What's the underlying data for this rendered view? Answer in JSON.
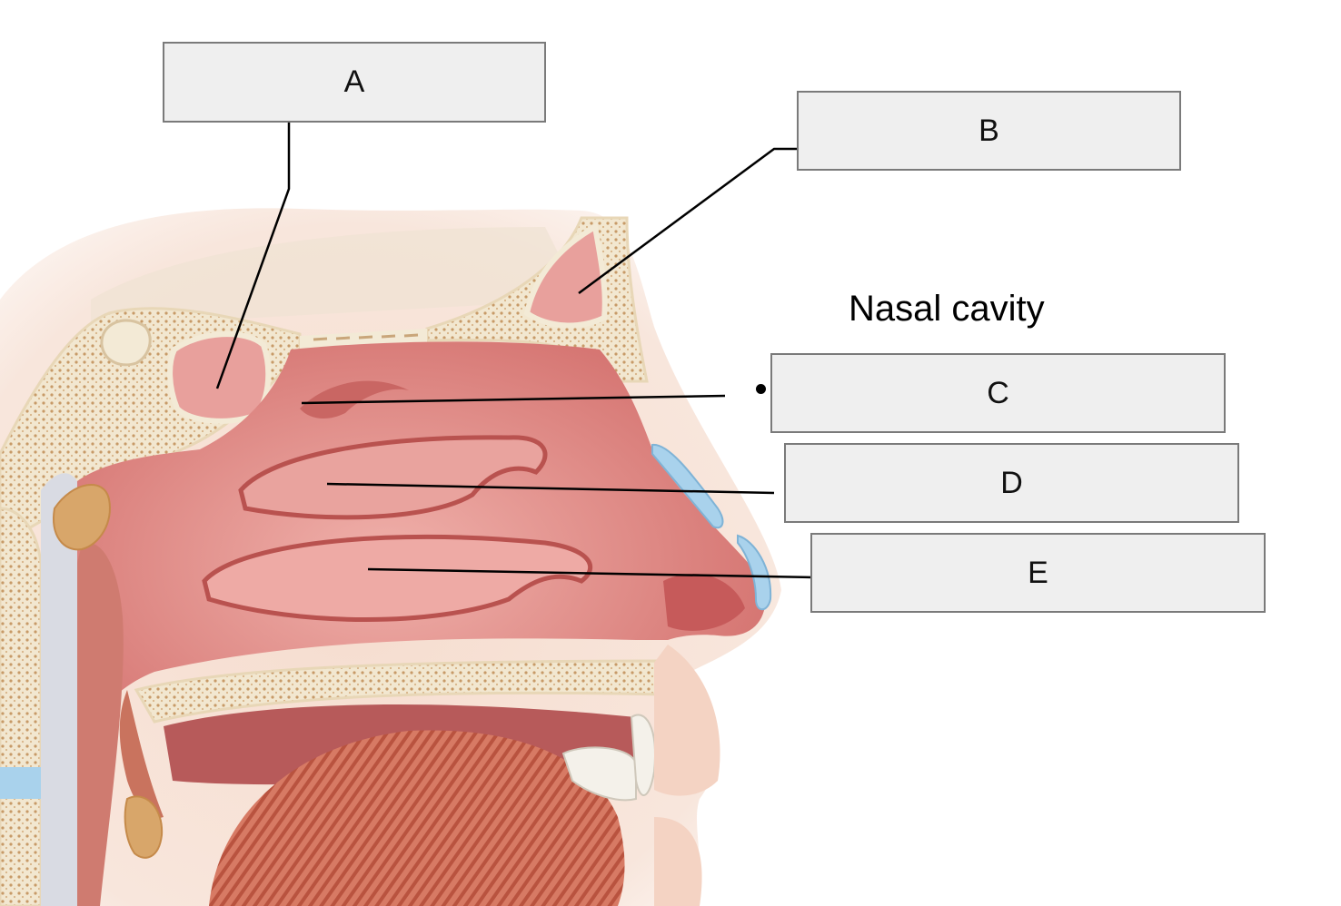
{
  "heading": "Nasal cavity",
  "labels": {
    "a": "A",
    "b": "B",
    "c": "C",
    "d": "D",
    "e": "E"
  },
  "colors": {
    "mucosa": "#d97f7e",
    "bone": "#f1e6cf",
    "cartilage": "#a9d2ec",
    "skin": "#f8e2d6",
    "tongue": "#c9604f",
    "label_box": "#efefef"
  }
}
